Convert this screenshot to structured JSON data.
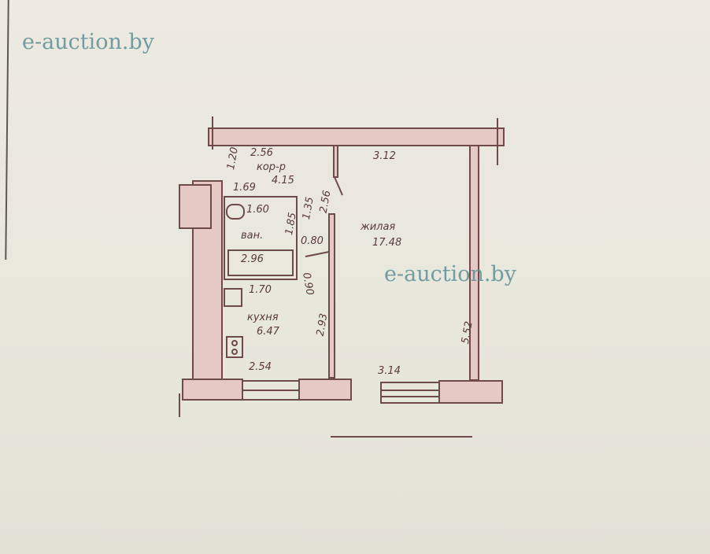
{
  "watermark": {
    "top_left": "e-auction.by",
    "center": "e-auction.by"
  },
  "plan": {
    "corridor": {
      "name": "кор-р",
      "area": "4.15",
      "width": "2.56",
      "depth_a": "1.20",
      "depth_b": "1.69",
      "length": "2.56"
    },
    "bathroom": {
      "name": "ван.",
      "area": "2.96",
      "width": "1.60",
      "depth": "1.85",
      "side": "1.35",
      "door": "0.80"
    },
    "kitchen": {
      "name": "кухня",
      "area": "6.47",
      "width_top": "1.70",
      "width_bottom": "2.54",
      "length": "2.93",
      "door": "0.90"
    },
    "living": {
      "name": "жилая",
      "area": "17.48",
      "width_top": "3.12",
      "width_bottom": "3.14",
      "length": "5.52"
    }
  },
  "colors": {
    "wall": "#e6c8c4",
    "line": "#6e4a48",
    "paper": "#eceae1",
    "watermark": "#5d8f97"
  }
}
